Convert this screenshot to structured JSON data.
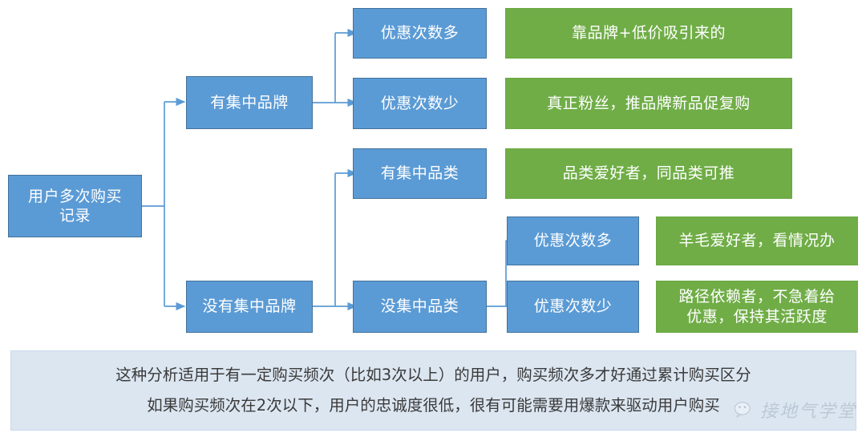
{
  "diagram": {
    "title": "用户多次购买记录分析决策树",
    "colors": {
      "blue_node": "#5B9BD5",
      "blue_border": "#41719C",
      "green_node": "#70AD47",
      "green_border": "#6AA843",
      "footer_bg": "#DCE6F1",
      "connector": "#5B9BD5",
      "node_text": "#FFFFFF",
      "footer_text": "#3A3A3A"
    },
    "root": {
      "label": "用户多次购买\n记录"
    },
    "branches": [
      {
        "label": "有集中品牌"
      },
      {
        "label": "没有集中品牌"
      }
    ],
    "categories": [
      {
        "label": "有集中品类"
      },
      {
        "label": "没集中品类"
      }
    ],
    "coupon_nodes": [
      {
        "label": "优惠次数多"
      },
      {
        "label": "优惠次数少"
      },
      {
        "label": "优惠次数多"
      },
      {
        "label": "优惠次数少"
      }
    ],
    "outcomes": [
      {
        "label": "靠品牌+低价吸引来的"
      },
      {
        "label": "真正粉丝，推品牌新品促复购"
      },
      {
        "label": "品类爱好者，同品类可推"
      },
      {
        "label": "羊毛爱好者，看情况办"
      },
      {
        "label": "路径依赖者，不急着给\n优惠，保持其活跃度"
      }
    ]
  },
  "footer": {
    "lines": [
      "这种分析适用于有一定购买频次（比如3次以上）的用户，购买频次多才好通过累计购买区分",
      "如果购买频次在2次以下，用户的忠诚度很低，很有可能需要用爆款来驱动用户购买"
    ]
  },
  "watermark": {
    "text": "接地气学堂",
    "icon": "wechat-icon"
  }
}
